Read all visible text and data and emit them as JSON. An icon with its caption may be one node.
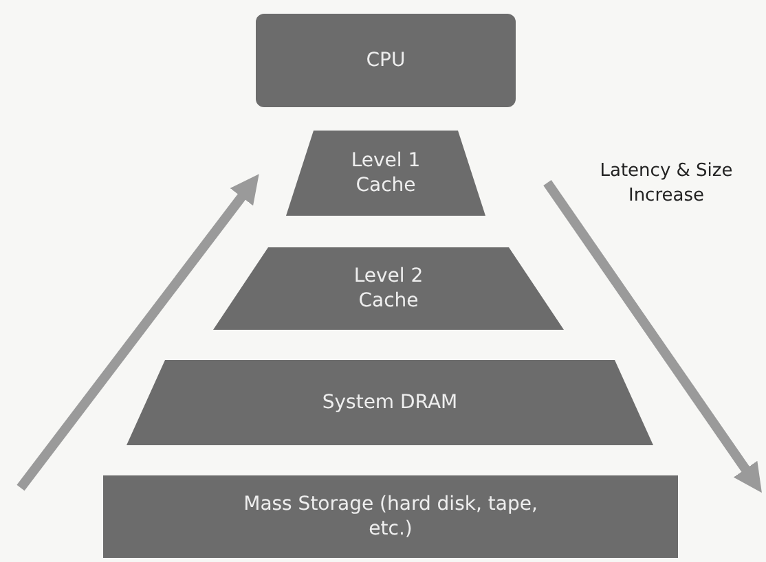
{
  "diagram": {
    "nodes": [
      {
        "text": [
          "CPU"
        ]
      },
      {
        "text": [
          "Level 1 Cache"
        ]
      },
      {
        "text": [
          "Level 2 Cache"
        ]
      },
      {
        "text": [
          "System DRAM"
        ]
      },
      {
        "text": [
          "Mass Storage (hard disk, tape, etc.)"
        ]
      }
    ],
    "edges": [],
    "labels": [
      "Latency & Size Increase"
    ]
  }
}
